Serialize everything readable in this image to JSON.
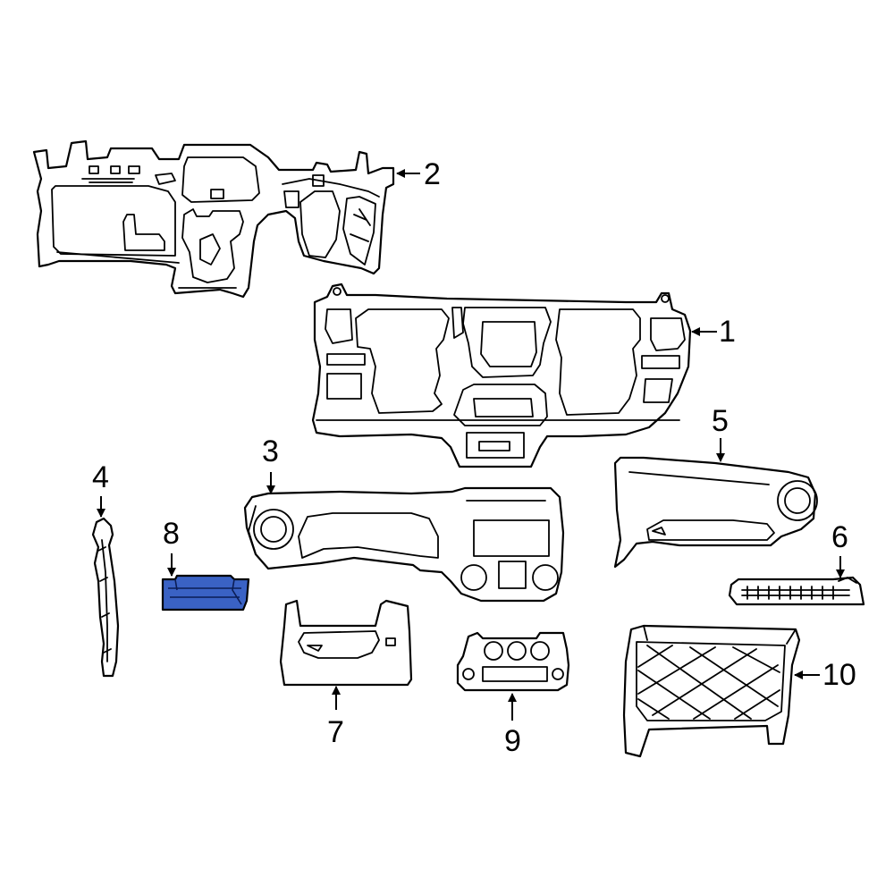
{
  "diagram": {
    "highlight_color": "#3a62c4",
    "callouts": [
      {
        "id": "1",
        "text": "1"
      },
      {
        "id": "2",
        "text": "2"
      },
      {
        "id": "3",
        "text": "3"
      },
      {
        "id": "4",
        "text": "4"
      },
      {
        "id": "5",
        "text": "5"
      },
      {
        "id": "6",
        "text": "6"
      },
      {
        "id": "7",
        "text": "7"
      },
      {
        "id": "8",
        "text": "8"
      },
      {
        "id": "9",
        "text": "9"
      },
      {
        "id": "10",
        "text": "10"
      }
    ],
    "highlighted_part": "8"
  }
}
